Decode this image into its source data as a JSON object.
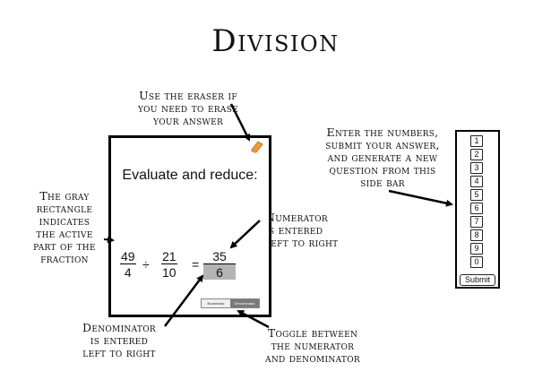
{
  "title": "Division",
  "notes": {
    "eraser": [
      "Use the eraser if",
      "you need to erase",
      "your answer"
    ],
    "sidebar": [
      "Enter the numbers,",
      "submit your answer,",
      "and generate a new",
      "question from this",
      "side bar"
    ],
    "gray_rect": [
      "The gray",
      "rectangle",
      "indicates",
      "the active",
      "part of the",
      "fraction"
    ],
    "numerator": [
      "Numerator",
      "is entered",
      "left to right"
    ],
    "denominator": [
      "Denominator",
      "is entered",
      "left to right"
    ],
    "toggle": [
      "Toggle between",
      "the numerator",
      "and denominator"
    ]
  },
  "app": {
    "heading": "Evaluate and reduce:",
    "fraction1": {
      "num": "49",
      "den": "4"
    },
    "operator": "÷",
    "fraction2": {
      "num": "21",
      "den": "10"
    },
    "equals": "=",
    "answer": {
      "num": "35",
      "den": "6"
    },
    "toggle": {
      "numerator_label": "Numerator",
      "denominator_label": "Denominator"
    }
  },
  "sidebar": {
    "keys": [
      "1",
      "2",
      "3",
      "4",
      "5",
      "6",
      "7",
      "8",
      "9",
      "0"
    ],
    "submit_label": "Submit"
  }
}
